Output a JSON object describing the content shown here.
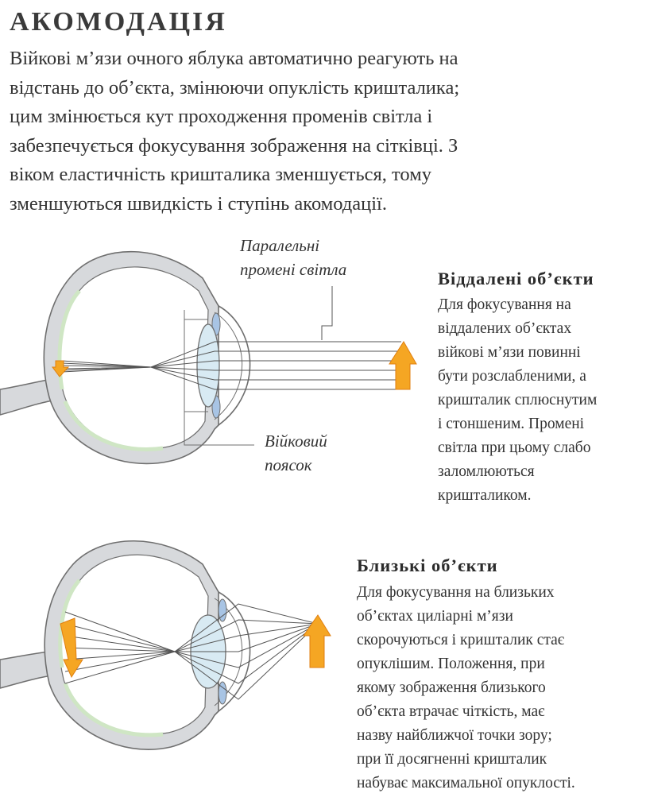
{
  "title": "АКОМОДАЦІЯ",
  "intro": [
    "Війкові м’язи очного яблука автоматично реагують на",
    "відстань до об’єкта, змінюючи опуклість кришталика;",
    "цим змінюється кут проходження променів світла і",
    "забезпечується фокусування зображення на сітківці. З",
    "віком еластичність кришталика зменшується, тому",
    "зменшуються швидкість і ступінь акомодації."
  ],
  "far": {
    "heading": "Віддалені об’єкти",
    "lines": [
      "Для фокусування на",
      "віддалених об’єктах",
      "війкові м’язи повинні",
      "бути розслабленими, а",
      "кришталик сплюснутим",
      "і стоншеним. Промені",
      "світла при цьому слабо",
      "заломлюються",
      "кришталиком."
    ]
  },
  "near": {
    "heading": "Близькі об’єкти",
    "lines": [
      "Для фокусування на близьких",
      "об’єктах циліарні м’язи",
      "скорочуються і кришталик стає",
      "опуклішим. Положення, при",
      "якому зображення близького",
      "об’єкта втрачає чіткість, має",
      "назву найближчої точки зору;",
      "при її досягненні кришталик",
      "набуває максимальної опуклості."
    ]
  },
  "labels": {
    "parallel_rays": "Паралельні\nпромені світла",
    "ciliary_zonule": "Війковий\nпоясок"
  },
  "colors": {
    "sclera": "#d7d9dc",
    "outline": "#6f6f6f",
    "retina": "#cfe6c4",
    "lens": "#d8eaf3",
    "ciliary": "#a8c4e4",
    "arrow": "#f5a623",
    "arrow_dark": "#e07f10"
  }
}
